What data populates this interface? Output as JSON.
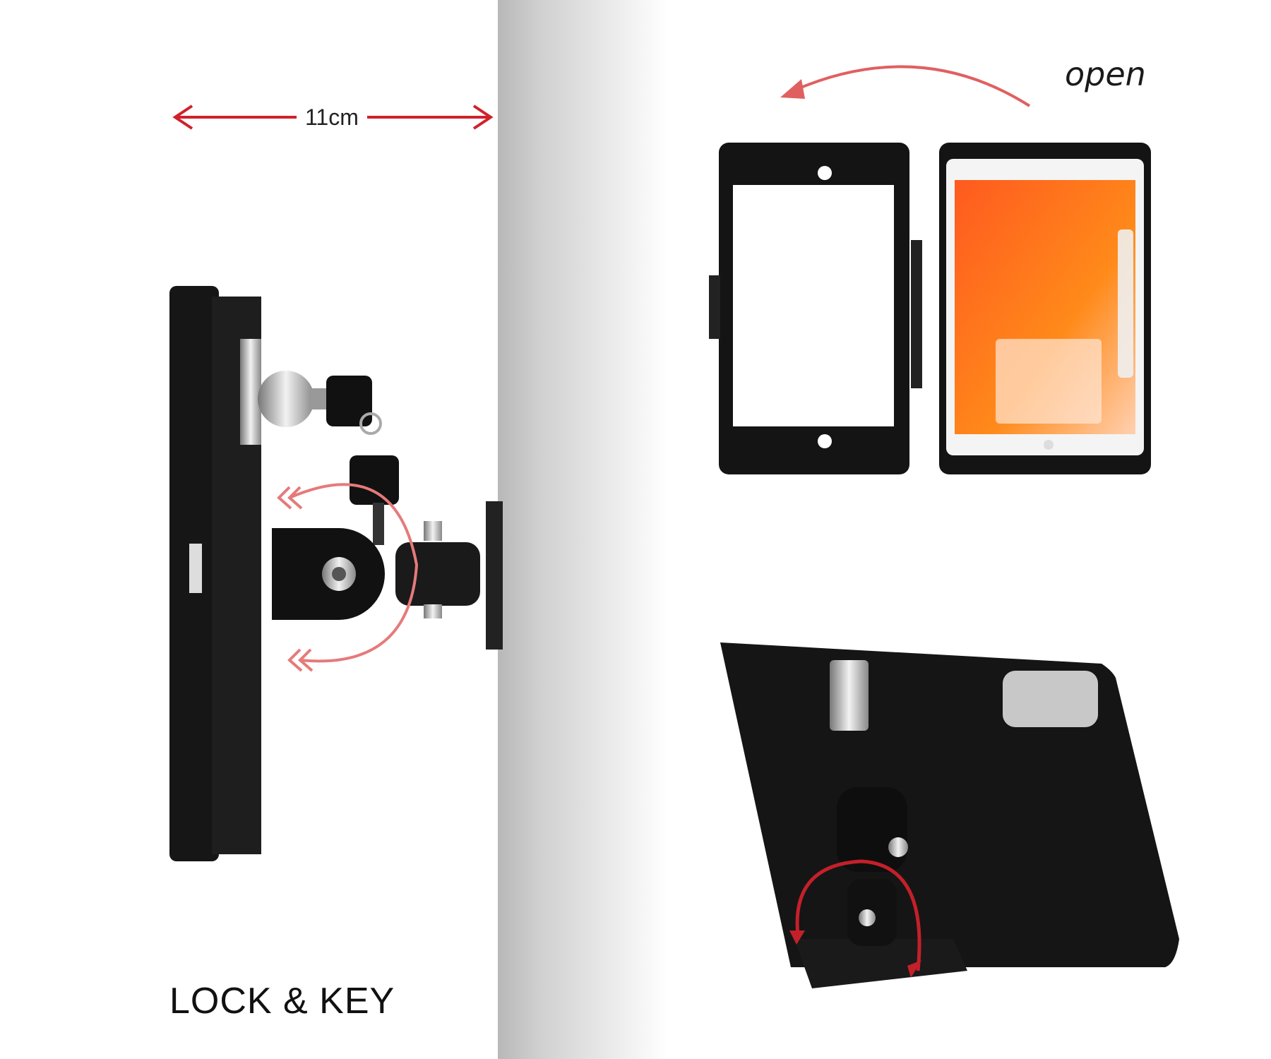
{
  "labels": {
    "dimension": "11cm",
    "open": "open",
    "feature": "LOCK & KEY"
  },
  "colors": {
    "accent_red": "#d0212a",
    "arc_red": "#e07070",
    "case_black": "#151515",
    "wall_gray": "#c8c8c8"
  },
  "panels": {
    "side_view": "wall-mounted tablet enclosure side view with lock and key",
    "open_view": "enclosure opened showing tablet home screen",
    "back_view": "enclosure rear with swivel mount"
  }
}
